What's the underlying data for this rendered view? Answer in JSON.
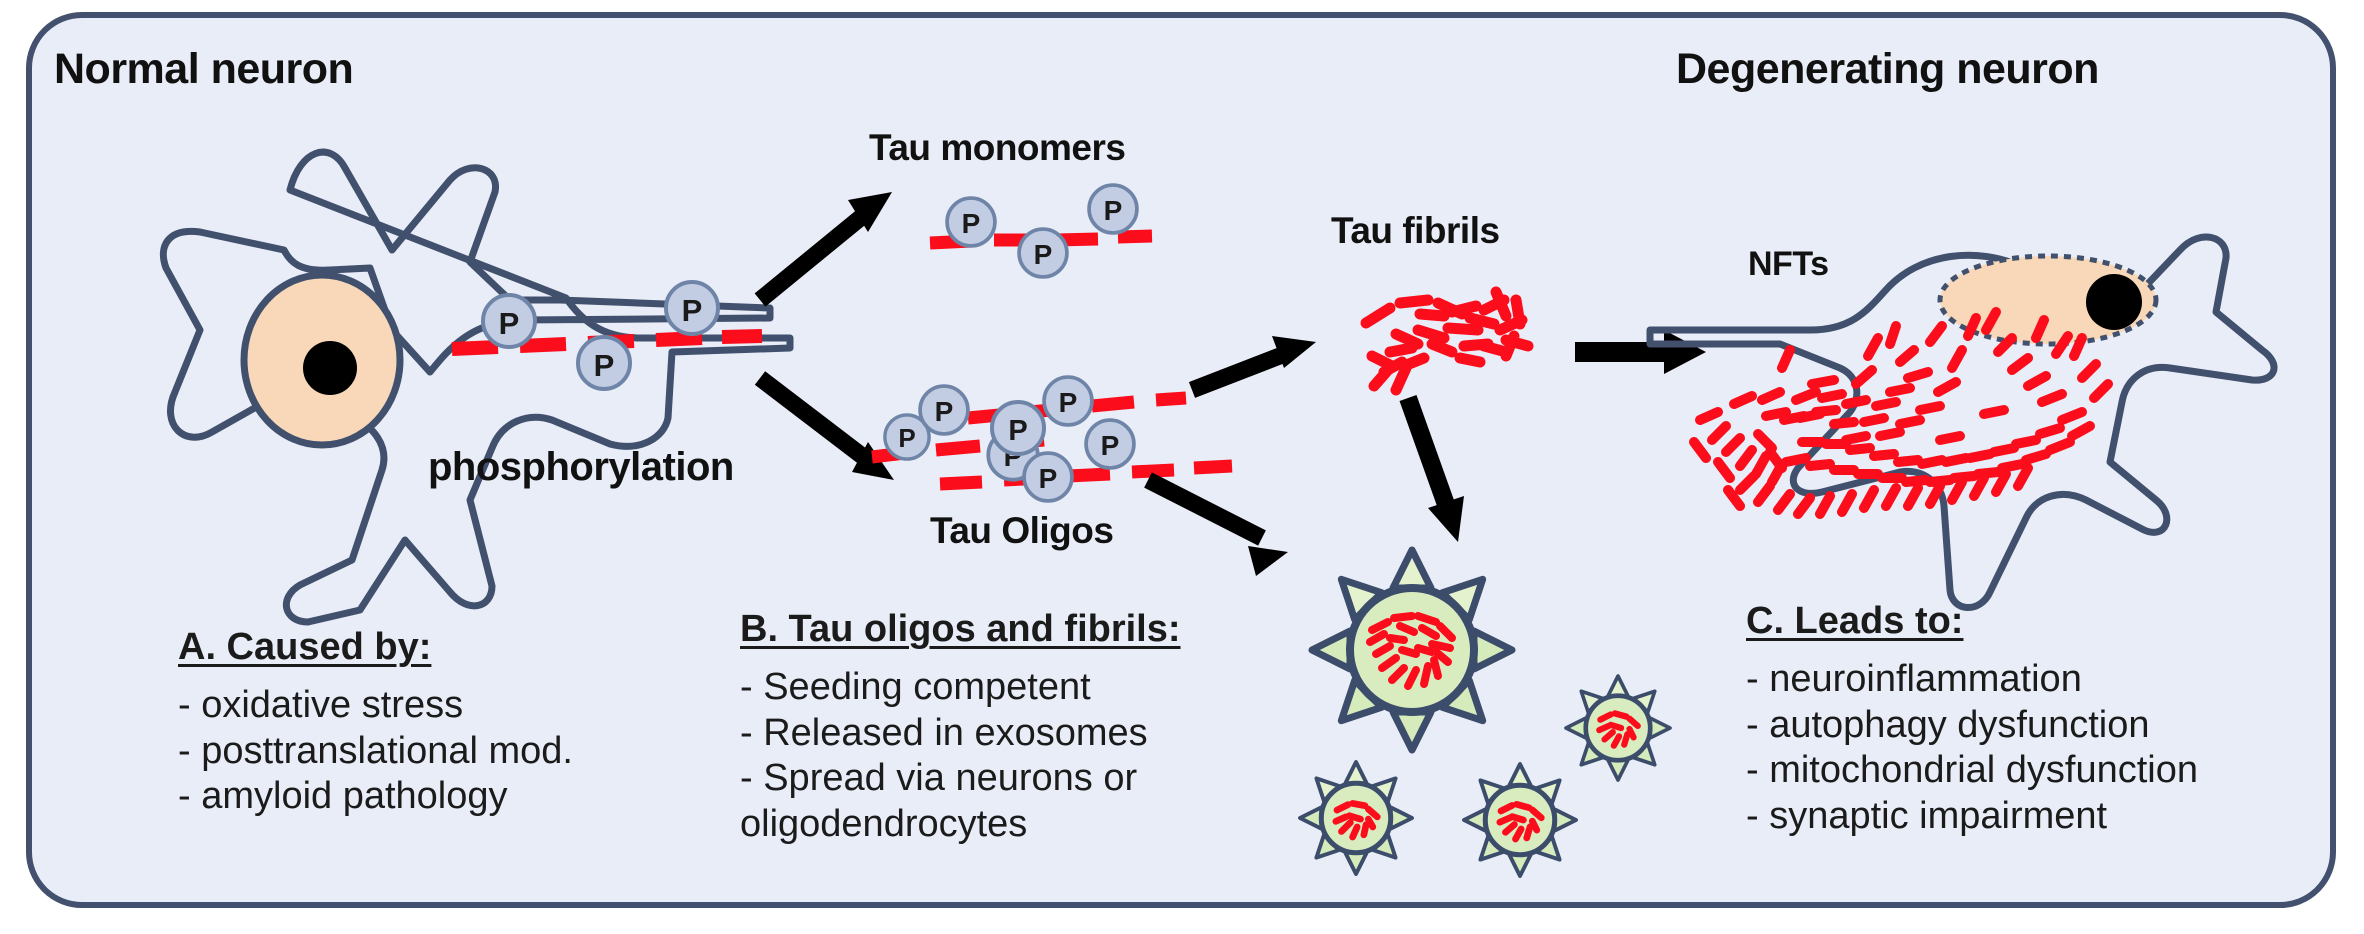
{
  "panel": {
    "background_color": "#e9edf7",
    "border_color": "#43516e"
  },
  "labels": {
    "normal_neuron": "Normal neuron",
    "degenerating_neuron": "Degenerating neuron",
    "tau_monomers": "Tau monomers",
    "tau_fibrils": "Tau fibrils",
    "tau_oligos": "Tau Oligos",
    "nfts": "NFTs",
    "phosphorylation": "phosphorylation",
    "phospho_badge": "P"
  },
  "blocks": {
    "a": {
      "heading": "A. Caused by:",
      "items": [
        "- oxidative stress",
        "- posttranslational mod.",
        "- amyloid pathology"
      ]
    },
    "b": {
      "heading": "B. Tau oligos and fibrils:",
      "items": [
        "- Seeding competent",
        "- Released in exosomes",
        "- Spread via neurons or oligodendrocytes"
      ]
    },
    "c": {
      "heading": "C. Leads to:",
      "items": [
        "- neuroinflammation",
        "- autophagy dysfunction",
        "- mitochondrial dysfunction",
        "- synaptic impairment"
      ]
    }
  },
  "colors": {
    "panel_fill": "#e9edf7",
    "panel_stroke": "#43516e",
    "neuron_stroke": "#41506d",
    "nucleus_fill": "#f8d8b8",
    "nucleolus_fill": "#000000",
    "phospho_fill": "#c2cde4",
    "phospho_stroke": "#6f85a8",
    "microtubule_red": "#fb0d1b",
    "arrow_black": "#000000",
    "exosome_fill": "#d9ecc0",
    "exosome_stroke": "#3c4c6b",
    "tangle_red": "#fb0d1b"
  }
}
